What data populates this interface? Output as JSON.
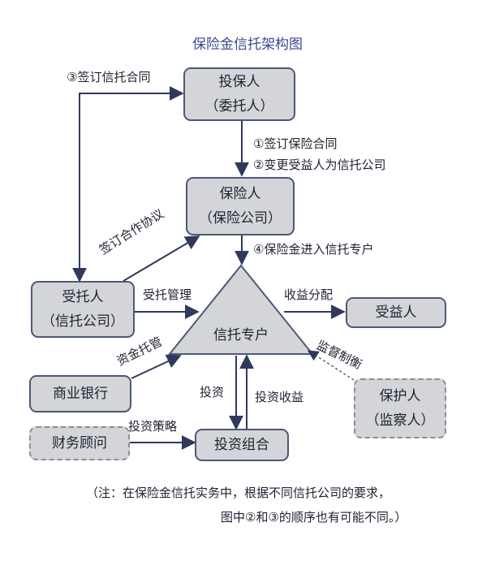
{
  "title": "保险金信托架构图",
  "nodes": {
    "policyholder": {
      "line1": "投保人",
      "line2": "（委托人）"
    },
    "insurer": {
      "line1": "保险人",
      "line2": "（保险公司）"
    },
    "trustee": {
      "line1": "受托人",
      "line2": "（信托公司）"
    },
    "trust_account": "信托专户",
    "beneficiary": "受益人",
    "protector": {
      "line1": "保护人",
      "line2": "（监察人）"
    },
    "bank": "商业银行",
    "advisor": "财务顾问",
    "portfolio": "投资组合"
  },
  "labels": {
    "sign_trust_contract": "③签订信托合同",
    "sign_insurance_contract": "①签订保险合同",
    "change_beneficiary": "②变更受益人为信托公司",
    "funds_enter_account": "④保险金进入信托专户",
    "cooperation_agreement": "签订合作协议",
    "trust_management": "受托管理",
    "income_distribution": "收益分配",
    "supervision": "监督制衡",
    "custody": "资金托管",
    "investment": "投资",
    "investment_income": "投资收益",
    "investment_strategy": "投资策略"
  },
  "note": {
    "line1": "（注：在保险金信托实务中，根据不同信托公司的要求，",
    "line2": "图中②和③的顺序也有可能不同。）"
  },
  "colors": {
    "box_fill": "#d4d5d8",
    "box_border": "#4c5877",
    "title": "#3b4a8c",
    "dashed_border": "#8a8e9a"
  }
}
